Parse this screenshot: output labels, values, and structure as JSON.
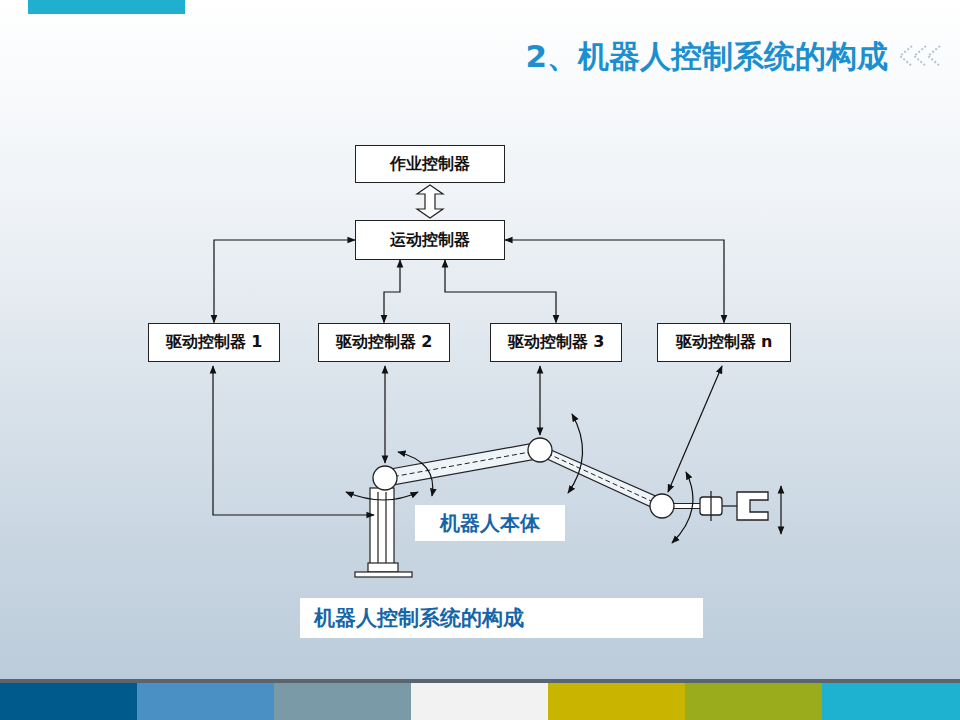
{
  "diagram": {
    "title": "2、机器人控制系统的构成",
    "caption": "机器人控制系统的构成",
    "nodes": [
      {
        "text": [
          "作业控制器"
        ]
      },
      {
        "text": [
          "运动控制器"
        ]
      },
      {
        "text": [
          "驱动控制器 1"
        ]
      },
      {
        "text": [
          "驱动控制器 2"
        ]
      },
      {
        "text": [
          "驱动控制器 3"
        ]
      },
      {
        "text": [
          "驱动控制器 n"
        ]
      },
      {
        "text": [
          "机器人本体"
        ]
      }
    ],
    "edges": [
      {
        "from": 0,
        "to": 1,
        "arrow": "both"
      },
      {
        "from": 1,
        "to": 2,
        "arrow": "both"
      },
      {
        "from": 1,
        "to": 3,
        "arrow": "both"
      },
      {
        "from": 1,
        "to": 4,
        "arrow": "both"
      },
      {
        "from": 1,
        "to": 5,
        "arrow": "both"
      }
    ]
  }
}
